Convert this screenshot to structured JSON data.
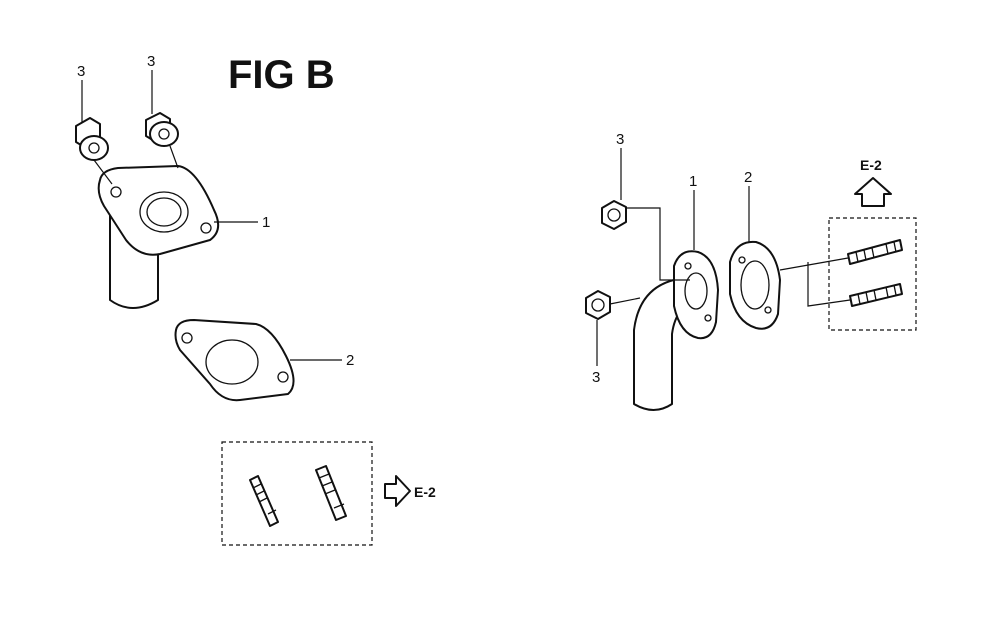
{
  "figure": {
    "title": "FIG B"
  },
  "left_view": {
    "callout_bolt_a": "3",
    "callout_bolt_b": "3",
    "callout_pipe": "1",
    "callout_gasket": "2",
    "ref_label": "E-2"
  },
  "right_view": {
    "callout_bolt_top": "3",
    "callout_pipe": "1",
    "callout_gasket": "2",
    "callout_bolt_bottom": "3",
    "ref_label": "E-2"
  }
}
